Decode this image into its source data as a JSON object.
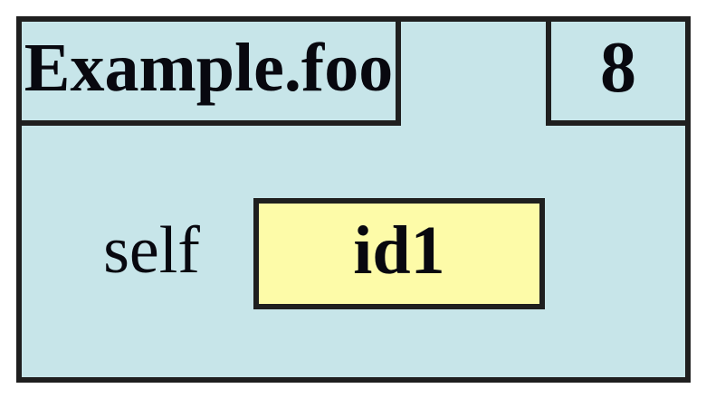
{
  "frame": {
    "title": "Example.foo",
    "number": "8",
    "bindings": [
      {
        "variable": "self",
        "value": "id1"
      }
    ]
  },
  "colors": {
    "page_bg": "#ffffff",
    "frame_fill": "#c7e5e9",
    "value_fill": "#fdfba8",
    "border_color": "#1f1f1f",
    "text_color": "#08080f"
  }
}
